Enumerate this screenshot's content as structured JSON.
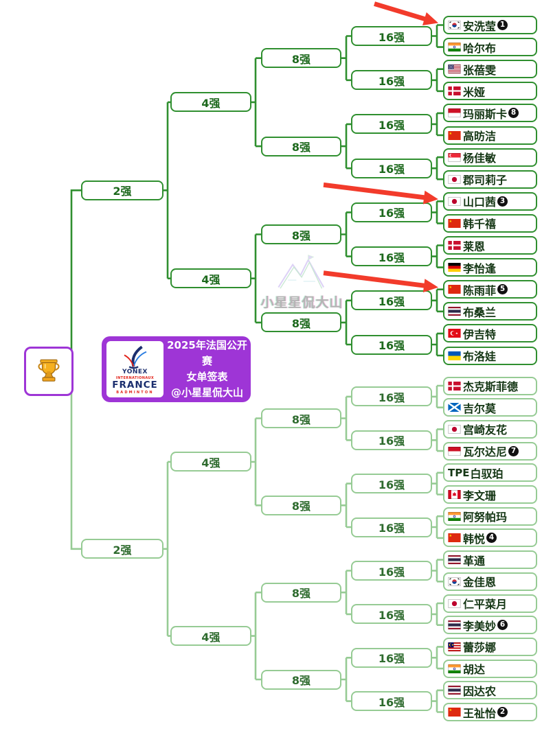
{
  "round_labels": {
    "r16": "16强",
    "qf": "8强",
    "sf": "4强",
    "f": "2强"
  },
  "players": [
    {
      "name": "安洗莹",
      "seed": "1",
      "flag": "KR",
      "arrow": true
    },
    {
      "name": "哈尔布",
      "flag": "IN"
    },
    {
      "name": "张蓓雯",
      "flag": "US"
    },
    {
      "name": "米娅",
      "flag": "DK"
    },
    {
      "name": "玛丽斯卡",
      "seed": "8",
      "flag": "ID"
    },
    {
      "name": "高昉洁",
      "flag": "CN"
    },
    {
      "name": "杨佳敏",
      "flag": "SG"
    },
    {
      "name": "郡司莉子",
      "flag": "JP"
    },
    {
      "name": "山口茜",
      "seed": "3",
      "flag": "JP",
      "arrow": true
    },
    {
      "name": "韩千禧",
      "flag": "CN"
    },
    {
      "name": "莱恩",
      "flag": "DK"
    },
    {
      "name": "李怡逢",
      "flag": "DE"
    },
    {
      "name": "陈雨菲",
      "seed": "5",
      "flag": "CN",
      "arrow": true
    },
    {
      "name": "布桑兰",
      "flag": "TH"
    },
    {
      "name": "伊吉特",
      "flag": "TR"
    },
    {
      "name": "布洛娃",
      "flag": "UA"
    },
    {
      "name": "杰克斯菲德",
      "flag": "DK"
    },
    {
      "name": "吉尔莫",
      "flag": "SCT"
    },
    {
      "name": "宫崎友花",
      "flag": "JP"
    },
    {
      "name": "瓦尔达尼",
      "seed": "7",
      "flag": "ID"
    },
    {
      "name": "白驭珀",
      "flag": "TPE"
    },
    {
      "name": "李文珊",
      "flag": "CA"
    },
    {
      "name": "阿努帕玛",
      "flag": "IN"
    },
    {
      "name": "韩悦",
      "seed": "4",
      "flag": "CN"
    },
    {
      "name": "革通",
      "flag": "TH"
    },
    {
      "name": "金佳恩",
      "flag": "KR"
    },
    {
      "name": "仁平菜月",
      "flag": "JP"
    },
    {
      "name": "李美妙",
      "seed": "6",
      "flag": "TH"
    },
    {
      "name": "蕾莎娜",
      "flag": "MY"
    },
    {
      "name": "胡达",
      "flag": "IN"
    },
    {
      "name": "因达农",
      "flag": "TH"
    },
    {
      "name": "王祉怡",
      "seed": "2",
      "flag": "CN"
    }
  ],
  "title_box": {
    "line1": "2025年法国公开赛",
    "line2": "女单签表",
    "line3": "@小星星侃大山"
  },
  "logo_card": {
    "brand": "YONEX",
    "line2": "INTERNATIONAUX",
    "line3": "FRANCE",
    "line4": "BADMINTON"
  },
  "watermark": {
    "text": "小星星侃大山"
  },
  "icons": {
    "trophy": "trophy-icon"
  },
  "colors": {
    "bracket_top": "#2f8f2f",
    "bracket_bottom": "#96cb94",
    "label_text_top": "#1d691d",
    "label_text_bottom": "#2e6b2e",
    "player_text": "#143614",
    "arrow_red": "#f23b2b",
    "purple": "#9e35d6",
    "seed_badge": "#111111",
    "watermark_text": "#b5b5b5"
  }
}
